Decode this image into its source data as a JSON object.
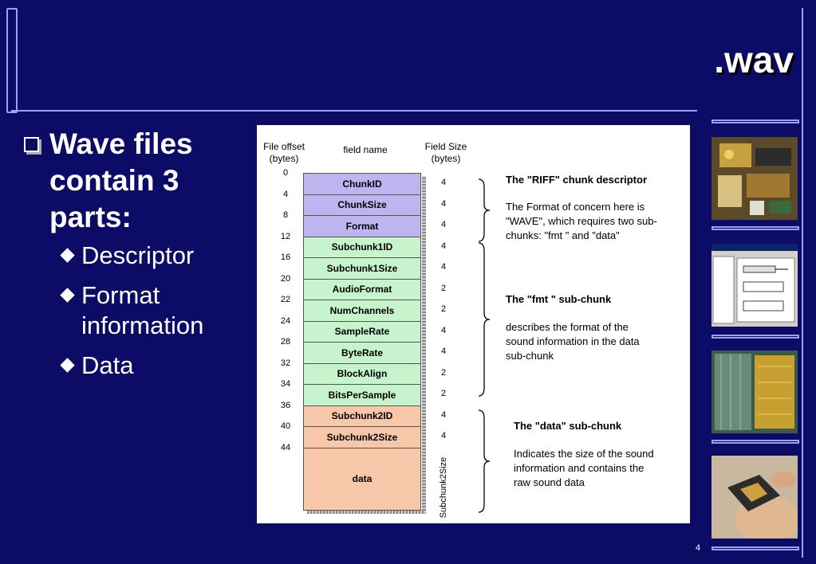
{
  "slide": {
    "title": ".wav",
    "page_number": "4"
  },
  "bullets": {
    "main": "Wave files contain 3 parts:",
    "sub": [
      "Descriptor",
      "Format information",
      "Data"
    ]
  },
  "diagram": {
    "headers": {
      "offset": "File offset (bytes)",
      "name": "field name",
      "size": "Field Size (bytes)"
    },
    "offsets": [
      "0",
      "4",
      "8",
      "12",
      "16",
      "20",
      "22",
      "24",
      "28",
      "32",
      "34",
      "36",
      "40",
      "44"
    ],
    "fields": [
      {
        "name": "ChunkID",
        "size": "4",
        "group": "riff"
      },
      {
        "name": "ChunkSize",
        "size": "4",
        "group": "riff"
      },
      {
        "name": "Format",
        "size": "4",
        "group": "riff"
      },
      {
        "name": "Subchunk1ID",
        "size": "4",
        "group": "fmt"
      },
      {
        "name": "Subchunk1Size",
        "size": "4",
        "group": "fmt"
      },
      {
        "name": "AudioFormat",
        "size": "2",
        "group": "fmt"
      },
      {
        "name": "NumChannels",
        "size": "2",
        "group": "fmt"
      },
      {
        "name": "SampleRate",
        "size": "4",
        "group": "fmt"
      },
      {
        "name": "ByteRate",
        "size": "4",
        "group": "fmt"
      },
      {
        "name": "BlockAlign",
        "size": "2",
        "group": "fmt"
      },
      {
        "name": "BitsPerSample",
        "size": "2",
        "group": "fmt"
      },
      {
        "name": "Subchunk2ID",
        "size": "4",
        "group": "data"
      },
      {
        "name": "Subchunk2Size",
        "size": "4",
        "group": "data"
      },
      {
        "name": "data",
        "size": "Subchunk2Size",
        "group": "data"
      }
    ],
    "groups": {
      "riff": {
        "title": "The \"RIFF\" chunk descriptor",
        "text": "The Format of concern here is \"WAVE\", which requires two sub-chunks: \"fmt \" and \"data\"",
        "color": "#bfb4ef"
      },
      "fmt": {
        "title": "The \"fmt \" sub-chunk",
        "text": "describes the format of the sound information in the data sub-chunk",
        "color": "#c6f4cc"
      },
      "data": {
        "title": "The \"data\" sub-chunk",
        "text": "Indicates the size of the sound information and contains the raw sound data",
        "color": "#f8c6a8"
      }
    }
  },
  "side_images": [
    "circuit-board-photo",
    "software-window-screenshot",
    "chip-die-photo",
    "processor-in-hand-photo"
  ]
}
